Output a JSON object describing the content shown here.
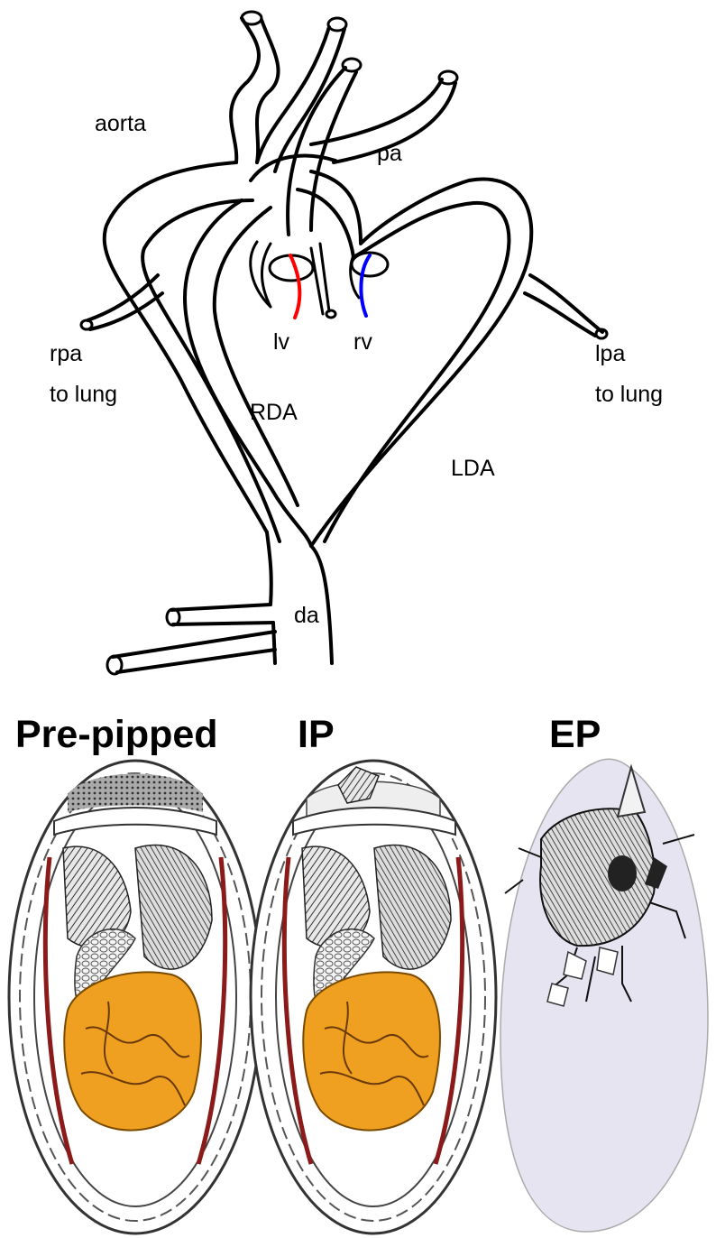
{
  "diagram": {
    "labels": {
      "aorta": "aorta",
      "pa": "pa",
      "lv": "lv",
      "rv": "rv",
      "rpa": "rpa",
      "rpa_sub": "to lung",
      "lpa": "lpa",
      "lpa_sub": "to lung",
      "rda": "RDA",
      "lda": "LDA",
      "da": "da"
    },
    "colors": {
      "lv_marker": "#ff0000",
      "rv_marker": "#0000ff",
      "outline": "#000000"
    }
  },
  "eggs": {
    "titles": [
      "Pre-pipped",
      "IP",
      "EP"
    ],
    "colors": {
      "shell": "#ffffff",
      "membrane_vessel": "#8b1a1a",
      "yolk": "#f0a020",
      "yolk_vein": "#6b3a0a",
      "embryo": "#555555",
      "shell_outer_ep": "#e6e4f0"
    }
  }
}
